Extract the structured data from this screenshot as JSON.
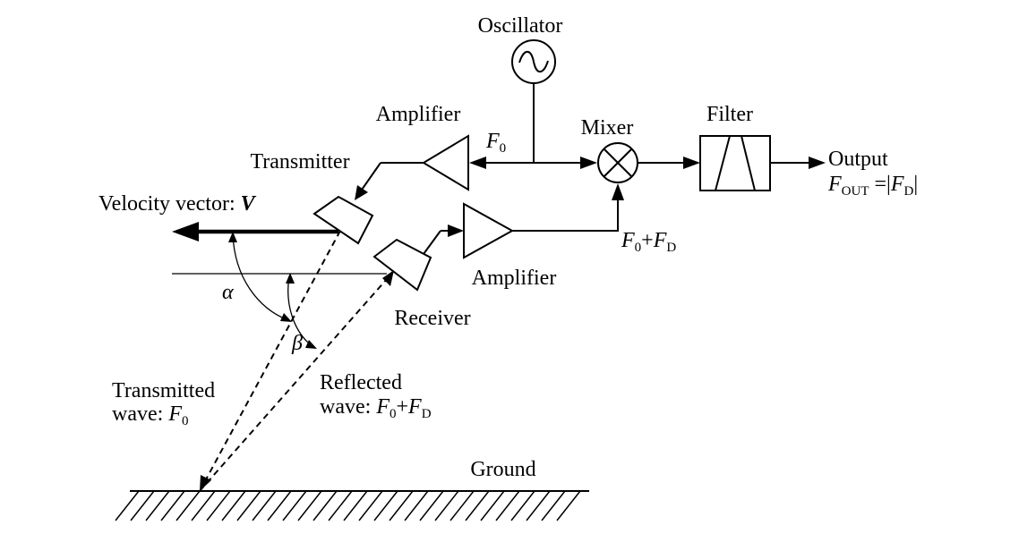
{
  "labels": {
    "oscillator": "Oscillator",
    "amplifier_top": "Amplifier",
    "amplifier_bottom": "Amplifier",
    "mixer": "Mixer",
    "filter": "Filter",
    "transmitter": "Transmitter",
    "receiver": "Receiver",
    "velocity_text": "Velocity vector: ",
    "velocity_symbol": "V",
    "output_title": "Output",
    "output_eq_f": "F",
    "output_eq_sub": "OUT",
    "output_eq_mid": " =|",
    "output_eq_f2": "F",
    "output_eq_sub2": "D",
    "output_eq_end": "|",
    "f0_f": "F",
    "f0_sub": "0",
    "f0fd_f": "F",
    "f0fd_sub": "0",
    "f0fd_plus": "+",
    "f0fd_f2": "F",
    "f0fd_sub2": "D",
    "alpha": "α",
    "beta": "β",
    "transmitted_line1": "Transmitted",
    "transmitted_line2": "wave: ",
    "transmitted_f": "F",
    "transmitted_sub": "0",
    "reflected_line1": "Reflected",
    "reflected_line2": "wave: ",
    "reflected_f": "F",
    "reflected_sub": "0",
    "reflected_plus": "+",
    "reflected_f2": "F",
    "reflected_sub2": "D",
    "ground": "Ground"
  }
}
